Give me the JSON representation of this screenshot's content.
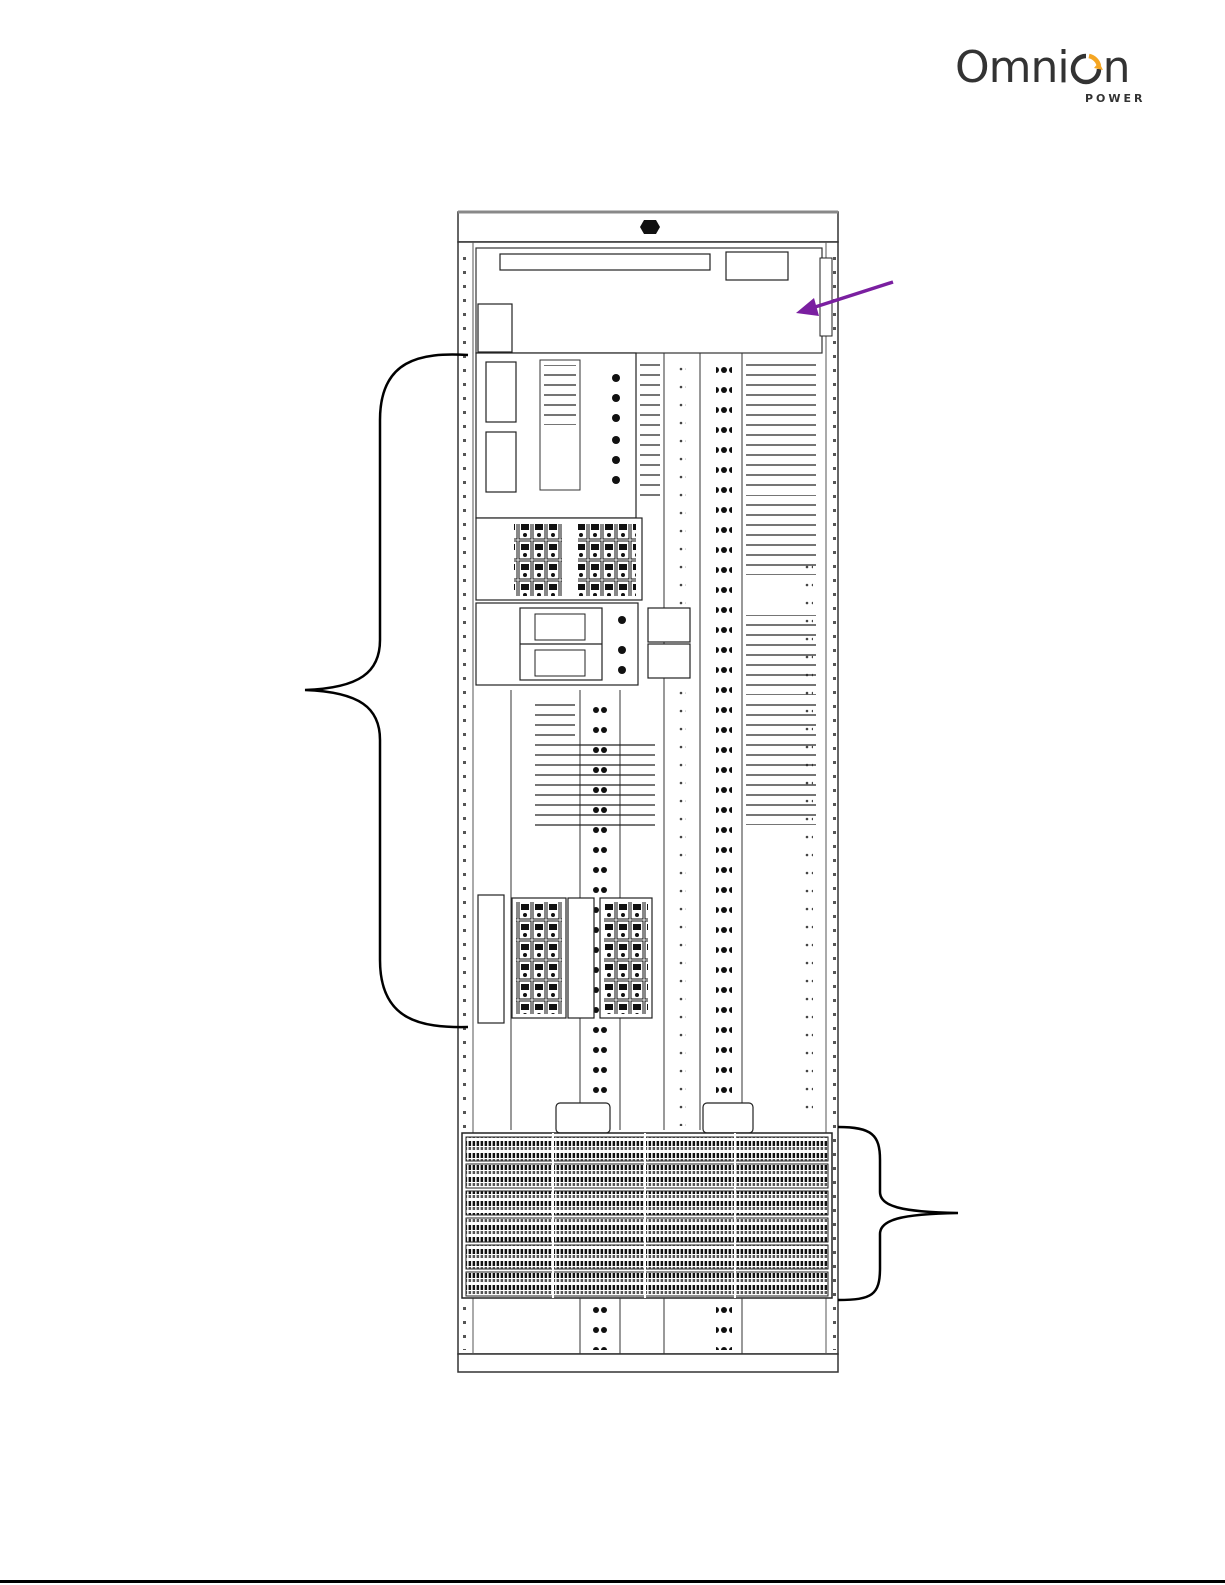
{
  "logo": {
    "brand_left": "Omni",
    "brand_right": "n",
    "subtext": "POWER",
    "ring_color": "#f5a623",
    "text_color": "#333333"
  },
  "diagram": {
    "callout_arrow_color": "#7a1fa0",
    "line_color": "#000000"
  }
}
